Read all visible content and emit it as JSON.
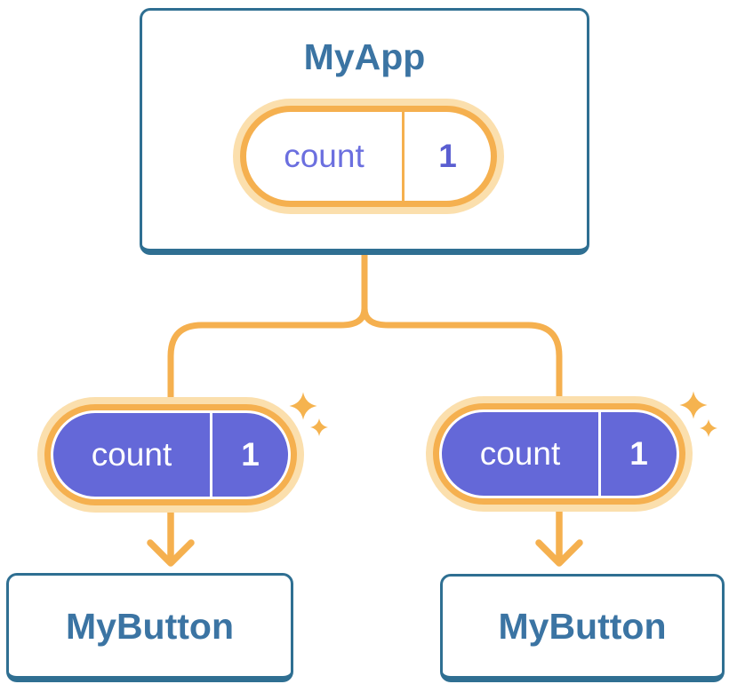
{
  "diagram": {
    "type": "component-tree",
    "root": {
      "title": "MyApp",
      "state": {
        "name": "count",
        "value": "1"
      }
    },
    "children": [
      {
        "title": "MyButton",
        "state": {
          "name": "count",
          "value": "1"
        }
      },
      {
        "title": "MyButton",
        "state": {
          "name": "count",
          "value": "1"
        }
      }
    ]
  },
  "colors": {
    "background": "#FFFFFF",
    "connector_orange": "#F5B04F",
    "pill_halo_orange": "#FBDFAD",
    "state_purple_fill": "#6468D8",
    "card_border_blue": "#2F6F92",
    "title_text_blue": "#3B74A3",
    "state_name_purple": "#6B6FDF",
    "state_value_purple": "#5A5ED1",
    "sparkle_orange": "#F5B34F"
  }
}
